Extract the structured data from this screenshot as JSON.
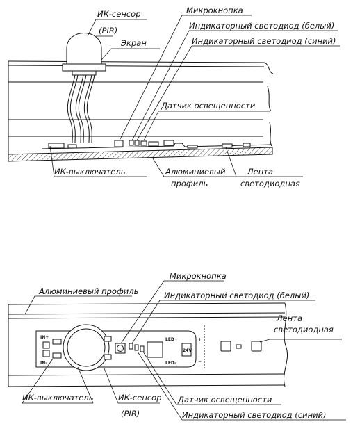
{
  "top_view": {
    "labels": {
      "ir_sensor": "ИК-сенсор",
      "pir": "(PIR)",
      "micro_button": "Микрокнопка",
      "screen": "Экран",
      "led_white": "Индикаторный светодиод (белый)",
      "led_blue": "Индикаторный светодиод (синий)",
      "light_sensor": "Датчик освещенности",
      "ir_switch": "ИК-выключатель",
      "alu_profile_line1": "Алюминиевый",
      "alu_profile_line2": "профиль",
      "led_strip_line1": "Лента",
      "led_strip_line2": "светодиодная"
    }
  },
  "bottom_view": {
    "labels": {
      "micro_button": "Микрокнопка",
      "alu_profile": "Алюминиевый профиль",
      "led_white": "Индикаторный светодиод (белый)",
      "led_strip_line1": "Лента",
      "led_strip_line2": "светодиодная",
      "ir_switch": "ИК-выключатель",
      "ir_sensor": "ИК-сенсор",
      "pir": "(PIR)",
      "light_sensor": "Датчик освещенности",
      "led_blue": "Индикаторный светодиод (синий)"
    },
    "board_marks": {
      "in_plus": "IN+",
      "in_minus": "IN-",
      "led_plus": "LED+",
      "led_minus": "LED-",
      "voltage": "24V",
      "plus": "+",
      "minus": "−"
    }
  }
}
